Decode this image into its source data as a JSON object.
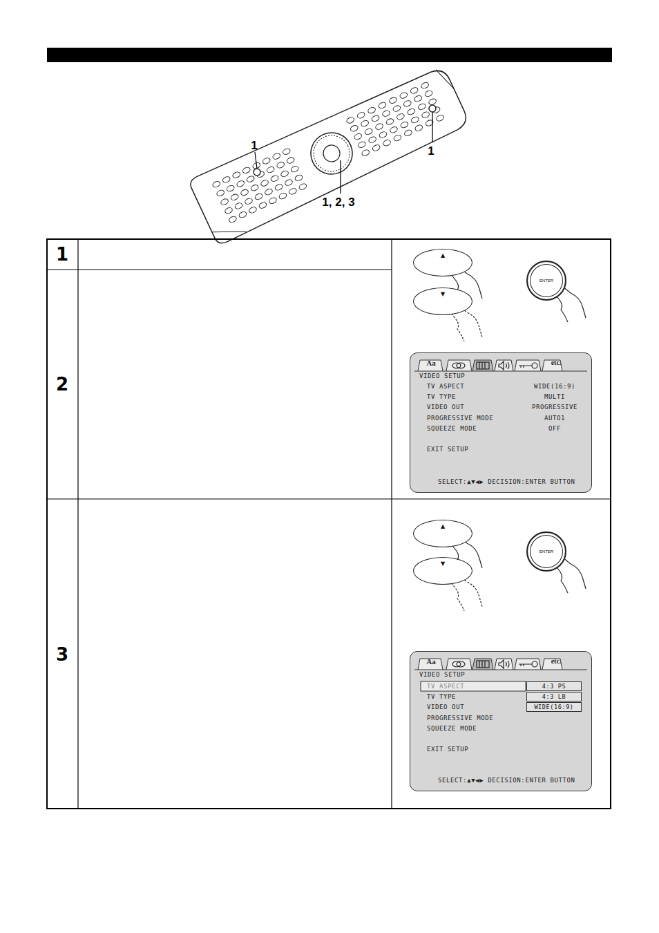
{
  "diagram": {
    "nodes": [
      {
        "text": [
          "▲"
        ]
      },
      {
        "text": [
          "▼"
        ]
      },
      {
        "text": [
          "ENTER"
        ]
      },
      {
        "text": [
          "Aa",
          "etc.",
          "VIDEO SETUP",
          "TV ASPECT",
          "WIDE(16:9)",
          "TV TYPE",
          "MULTI",
          "VIDEO OUT",
          "PROGRESSIVE",
          "PROGRESSIVE MODE",
          "AUTO1",
          "SQUEEZE MODE",
          "OFF",
          "EXIT SETUP",
          "SELECT:▲▼◀▶ DECISION:ENTER BUTTON"
        ]
      },
      {
        "text": [
          "▲"
        ]
      },
      {
        "text": [
          "▼"
        ]
      },
      {
        "text": [
          "ENTER"
        ]
      },
      {
        "text": [
          "Aa",
          "etc.",
          "VIDEO SETUP",
          "TV ASPECT",
          "TV TYPE",
          "VIDEO OUT",
          "PROGRESSIVE MODE",
          "SQUEEZE MODE",
          "EXIT SETUP",
          "SELECT:▲▼◀▶ DECISION:ENTER BUTTON"
        ]
      },
      {
        "text": [
          "4:3 PS"
        ],
        "in": 7
      },
      {
        "text": [
          "4:3 LB"
        ],
        "in": 7
      },
      {
        "text": [
          "WIDE(16:9)"
        ],
        "in": 7
      }
    ],
    "labels": [
      "1",
      "1",
      "1, 2, 3",
      "1",
      "2",
      "3"
    ]
  }
}
